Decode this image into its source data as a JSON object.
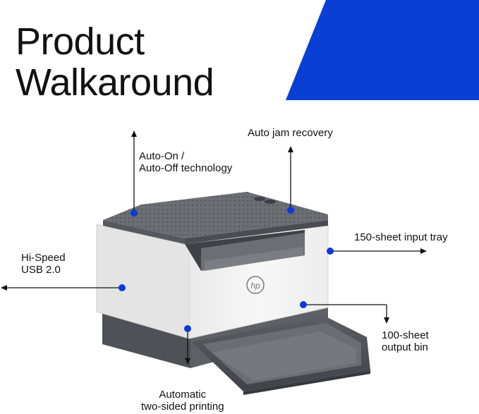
{
  "title": {
    "line1": "Product",
    "line2": "Walkaround"
  },
  "colors": {
    "accent_blue": "#0a3fd6",
    "callout_dot": "#0b3ad9",
    "text": "#111111",
    "printer_body": "#f2f2f2",
    "printer_dark": "#5a5d61"
  },
  "brand_mark": "hp",
  "callouts": {
    "auto_on_off": {
      "line1": "Auto-On /",
      "line2": "Auto-Off technology"
    },
    "auto_jam": {
      "text": "Auto jam recovery"
    },
    "input_tray": {
      "text": "150-sheet input tray"
    },
    "usb": {
      "line1": "Hi-Speed",
      "line2": "USB 2.0"
    },
    "output_bin": {
      "line1": "100-sheet",
      "line2": "output bin"
    },
    "duplex": {
      "line1": "Automatic",
      "line2": "two-sided printing"
    }
  }
}
